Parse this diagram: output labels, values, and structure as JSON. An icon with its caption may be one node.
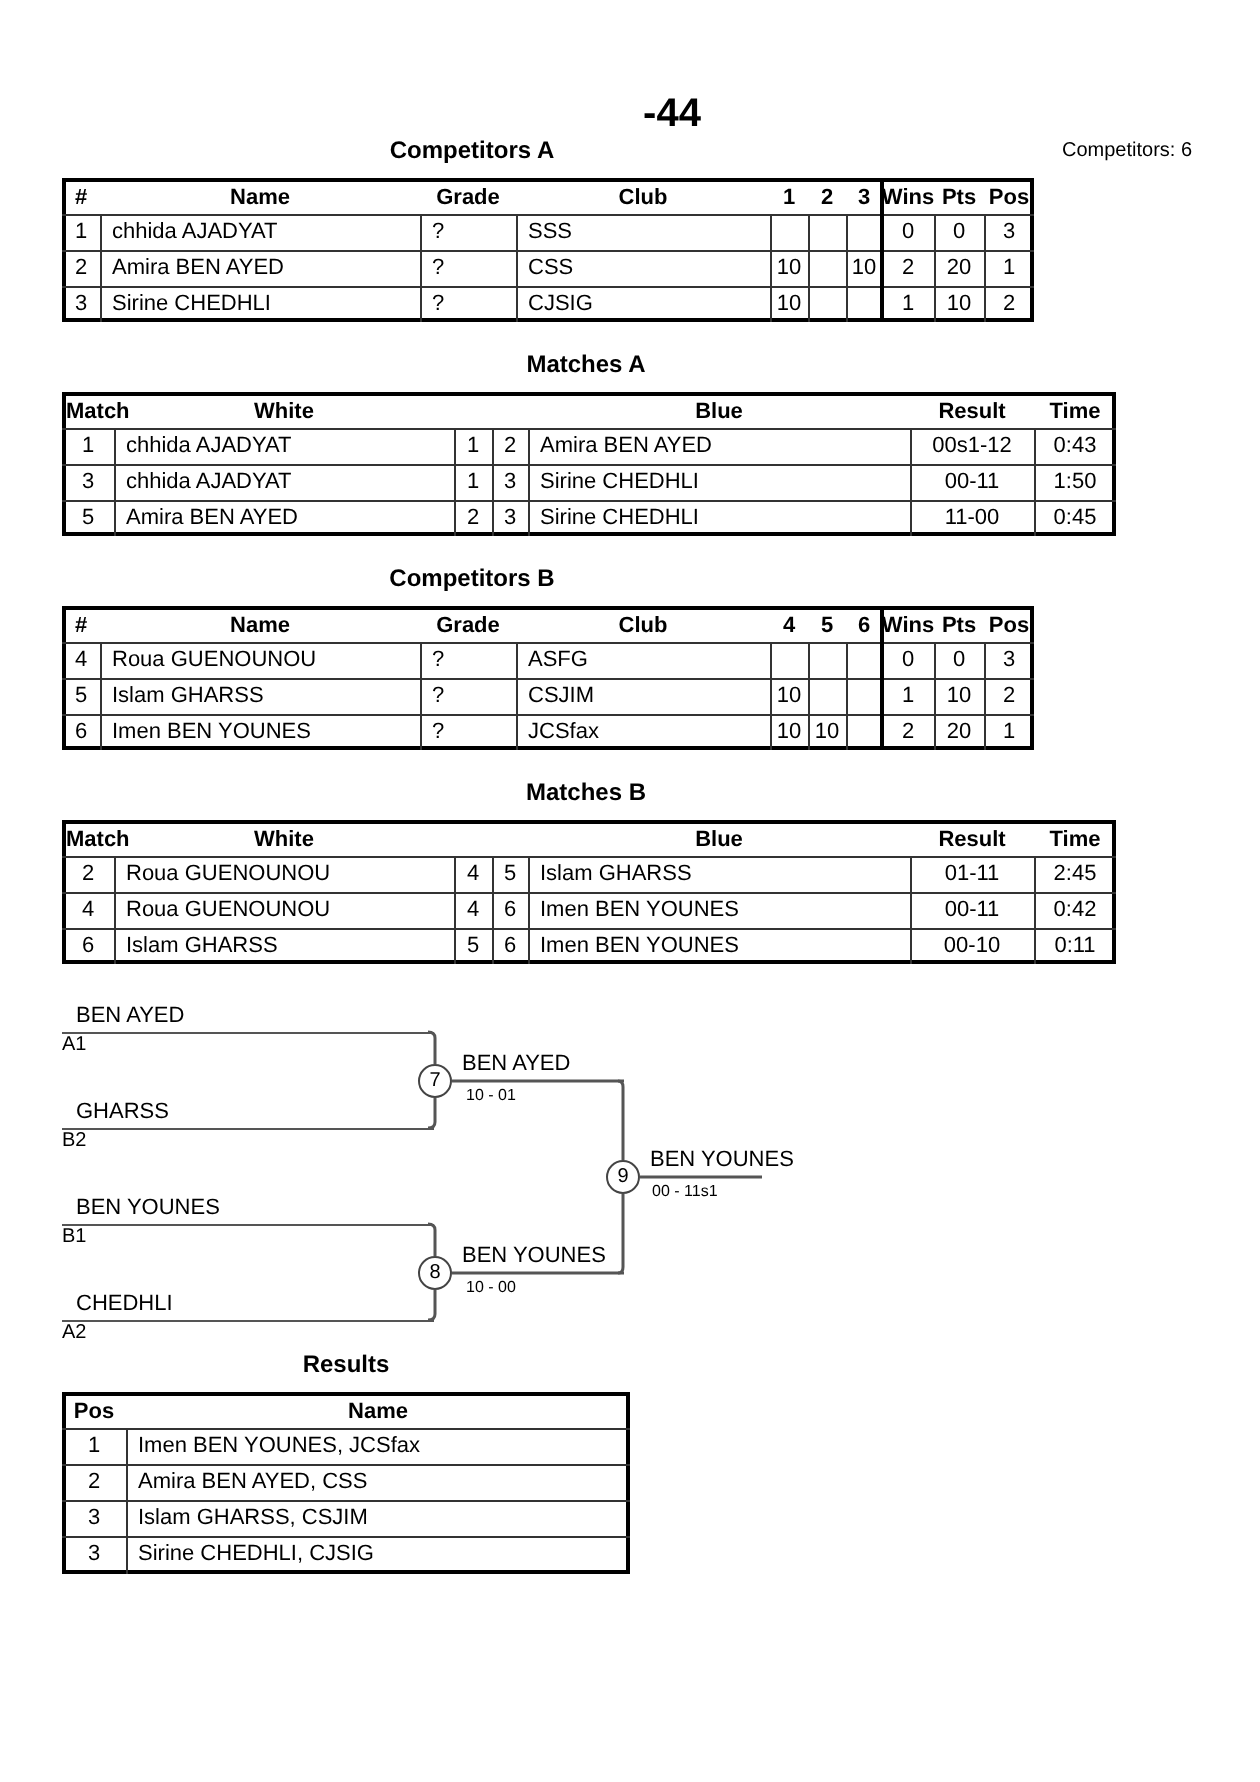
{
  "diagram": {
    "title": "-44",
    "nodes": [
      {
        "text": [
          "BEN AYED"
        ],
        "beside": [
          "A1"
        ]
      },
      {
        "text": [
          "GHARSS"
        ],
        "beside": [
          "B2"
        ]
      },
      {
        "text": [
          "BEN YOUNES"
        ],
        "beside": [
          "B1"
        ]
      },
      {
        "text": [
          "CHEDHLI"
        ],
        "beside": [
          "A2"
        ]
      },
      {
        "text": [
          "7"
        ]
      },
      {
        "text": [
          "8"
        ]
      },
      {
        "text": [
          "BEN AYED"
        ],
        "beside": [
          "10 - 01"
        ]
      },
      {
        "text": [
          "BEN YOUNES"
        ],
        "beside": [
          "10 - 00"
        ]
      },
      {
        "text": [
          "9"
        ]
      },
      {
        "text": [
          "BEN YOUNES"
        ],
        "beside": [
          "00 - 11s1"
        ]
      }
    ],
    "edges": [
      {
        "from": 0,
        "to": 4,
        "arrow": "none"
      },
      {
        "from": 1,
        "to": 4,
        "arrow": "none"
      },
      {
        "from": 4,
        "to": 6,
        "arrow": "none"
      },
      {
        "from": 2,
        "to": 5,
        "arrow": "none"
      },
      {
        "from": 3,
        "to": 5,
        "arrow": "none"
      },
      {
        "from": 5,
        "to": 7,
        "arrow": "none"
      },
      {
        "from": 6,
        "to": 8,
        "arrow": "none"
      },
      {
        "from": 7,
        "to": 8,
        "arrow": "none"
      },
      {
        "from": 8,
        "to": 9,
        "arrow": "none"
      }
    ],
    "labels": [
      "Competitors A",
      "Competitors: 6",
      "#",
      "Name",
      "Grade",
      "Club",
      "1",
      "2",
      "3",
      "Wins",
      "Pts",
      "Pos",
      "1",
      "chhida AJADYAT",
      "?",
      "SSS",
      "0",
      "0",
      "3",
      "2",
      "Amira BEN AYED",
      "?",
      "CSS",
      "10",
      "10",
      "2",
      "20",
      "1",
      "3",
      "Sirine CHEDHLI",
      "?",
      "CJSIG",
      "10",
      "1",
      "10",
      "2",
      "Matches A",
      "Match",
      "White",
      "Blue",
      "Result",
      "Time",
      "1",
      "chhida AJADYAT",
      "1",
      "2",
      "Amira BEN AYED",
      "00s1-12",
      "0:43",
      "3",
      "chhida AJADYAT",
      "1",
      "3",
      "Sirine CHEDHLI",
      "00-11",
      "1:50",
      "5",
      "Amira BEN AYED",
      "2",
      "3",
      "Sirine CHEDHLI",
      "11-00",
      "0:45",
      "Competitors B",
      "#",
      "Name",
      "Grade",
      "Club",
      "4",
      "5",
      "6",
      "Wins",
      "Pts",
      "Pos",
      "4",
      "Roua GUENOUNOU",
      "?",
      "ASFG",
      "0",
      "0",
      "3",
      "5",
      "Islam GHARSS",
      "?",
      "CSJIM",
      "10",
      "1",
      "10",
      "2",
      "6",
      "Imen BEN YOUNES",
      "?",
      "JCSfax",
      "10",
      "10",
      "2",
      "20",
      "1",
      "Matches B",
      "Match",
      "White",
      "Blue",
      "Result",
      "Time",
      "2",
      "Roua GUENOUNOU",
      "4",
      "5",
      "Islam GHARSS",
      "01-11",
      "2:45",
      "4",
      "Roua GUENOUNOU",
      "4",
      "6",
      "Imen BEN YOUNES",
      "00-11",
      "0:42",
      "6",
      "Islam GHARSS",
      "5",
      "6",
      "Imen BEN YOUNES",
      "00-10",
      "0:11",
      "Results",
      "Pos",
      "Name",
      "1",
      "Imen BEN YOUNES, JCSfax",
      "2",
      "Amira BEN AYED, CSS",
      "3",
      "Islam GHARSS, CSJIM",
      "3",
      "Sirine CHEDHLI, CJSIG"
    ]
  }
}
